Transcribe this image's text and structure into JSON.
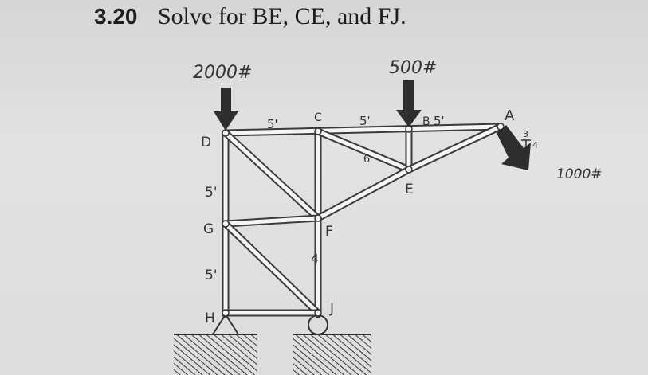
{
  "problem": {
    "number": "3.20",
    "statement": "Solve for BE, CE, and FJ."
  },
  "labels": {
    "load_d": "2000#",
    "load_b": "500#",
    "load_a": "1000#",
    "node_d": "D",
    "node_c": "C",
    "node_b": "B",
    "node_a": "A",
    "node_e": "E",
    "node_f": "F",
    "node_g": "G",
    "node_h": "H",
    "node_j": "J",
    "dim_dc": "5'",
    "dim_cb": "5'",
    "dim_ba": "5'",
    "dim_dg": "5'",
    "dim_gh": "5'",
    "slope_3": "3",
    "slope_4": "4",
    "mark_ce": "6",
    "mark_fj": "4"
  },
  "colors": {
    "member": "#f5f5f5",
    "outline": "#3a3a3a",
    "arrow": "#2e2e2e",
    "ink": "#333333"
  }
}
